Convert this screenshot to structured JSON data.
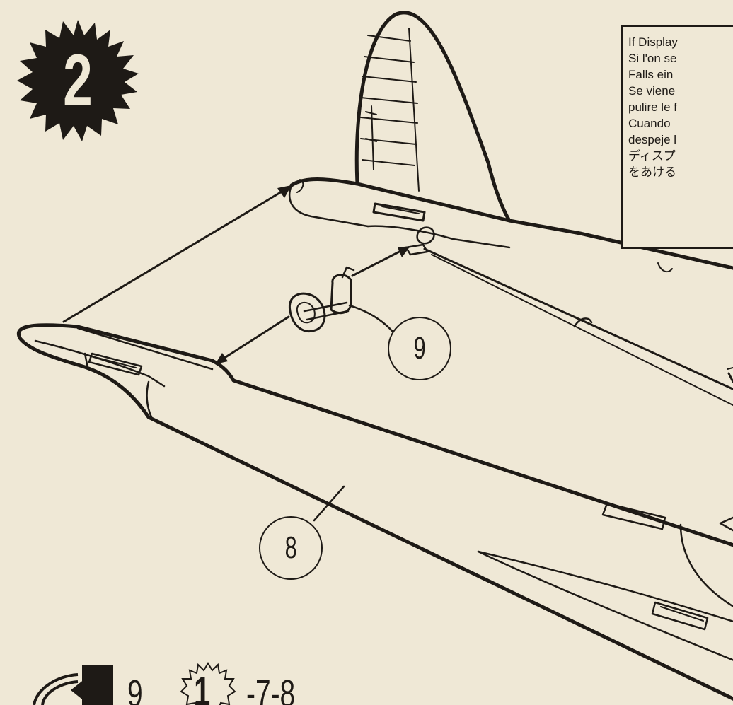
{
  "step": {
    "number": "2"
  },
  "note": {
    "lines": [
      "If Display",
      "Si l'on se",
      "Falls ein",
      "Se viene",
      "pulire le f",
      "Cuando",
      "despeje l",
      "ディスプ",
      "をあける"
    ]
  },
  "callouts": {
    "part_9": "9",
    "part_8": "8"
  },
  "sequence": {
    "part": "9",
    "step_ref": "1",
    "rest": "-7-8"
  },
  "icons": {
    "step_badge": "starburst-badge",
    "step_ref_badge": "outlined-starburst-badge",
    "glue_icon": "glue-tube-icon"
  },
  "colors": {
    "paper": "#efe8d6",
    "ink": "#1e1a16"
  }
}
